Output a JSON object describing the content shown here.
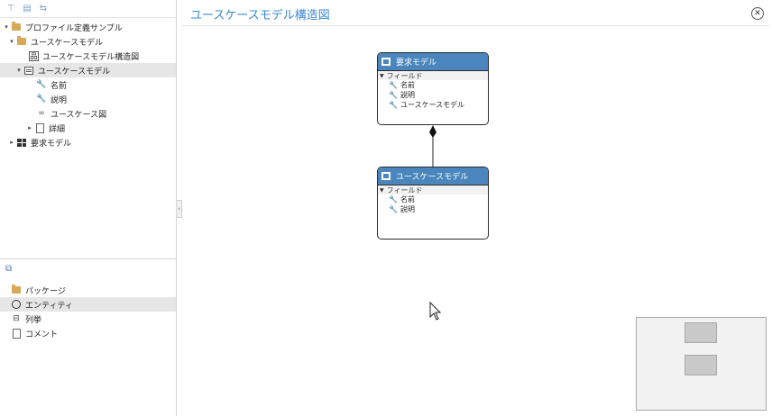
{
  "left_toolbar": {
    "icons": [
      "hierarchy-icon",
      "document-stack-icon",
      "sync-icon"
    ]
  },
  "tree": {
    "items": [
      {
        "label": "プロファイル定義サンプル",
        "icon": "folder-icon",
        "arrow": "▾"
      },
      {
        "label": "ユースケースモデル",
        "icon": "folder-icon",
        "arrow": "▾"
      },
      {
        "label": "ユースケースモデル構造図",
        "icon": "diagram-icon",
        "arrow": ""
      },
      {
        "label": "ユースケースモデル",
        "icon": "entity-icon",
        "arrow": "▾"
      },
      {
        "label": "名前",
        "icon": "wrench-icon",
        "arrow": ""
      },
      {
        "label": "説明",
        "icon": "wrench-icon",
        "arrow": ""
      },
      {
        "label": "ユースケース図",
        "icon": "usecase-diagram-icon",
        "arrow": ""
      },
      {
        "label": "詳細",
        "icon": "document-icon",
        "arrow": "▸"
      },
      {
        "label": "要求モデル",
        "icon": "grid-entity-icon",
        "arrow": "▸"
      }
    ]
  },
  "palette": {
    "items": [
      {
        "label": "パッケージ",
        "icon": "folder-icon"
      },
      {
        "label": "エンティティ",
        "icon": "circle-icon"
      },
      {
        "label": "列挙",
        "icon": "enum-icon"
      },
      {
        "label": "コメント",
        "icon": "comment-icon"
      }
    ]
  },
  "main": {
    "title": "ユースケースモデル構造図",
    "close_glyph": "⊗"
  },
  "entities": {
    "requirement": {
      "title": "要求モデル",
      "section": "フィールド",
      "fields": [
        "名前",
        "説明",
        "ユースケースモデル"
      ]
    },
    "usecase": {
      "title": "ユースケースモデル",
      "section": "フィールド",
      "fields": [
        "名前",
        "説明"
      ]
    }
  },
  "colors": {
    "accent": "#3a8ad0",
    "entity_header": "#4a86bd",
    "selected_row": "#e6e6e6"
  }
}
